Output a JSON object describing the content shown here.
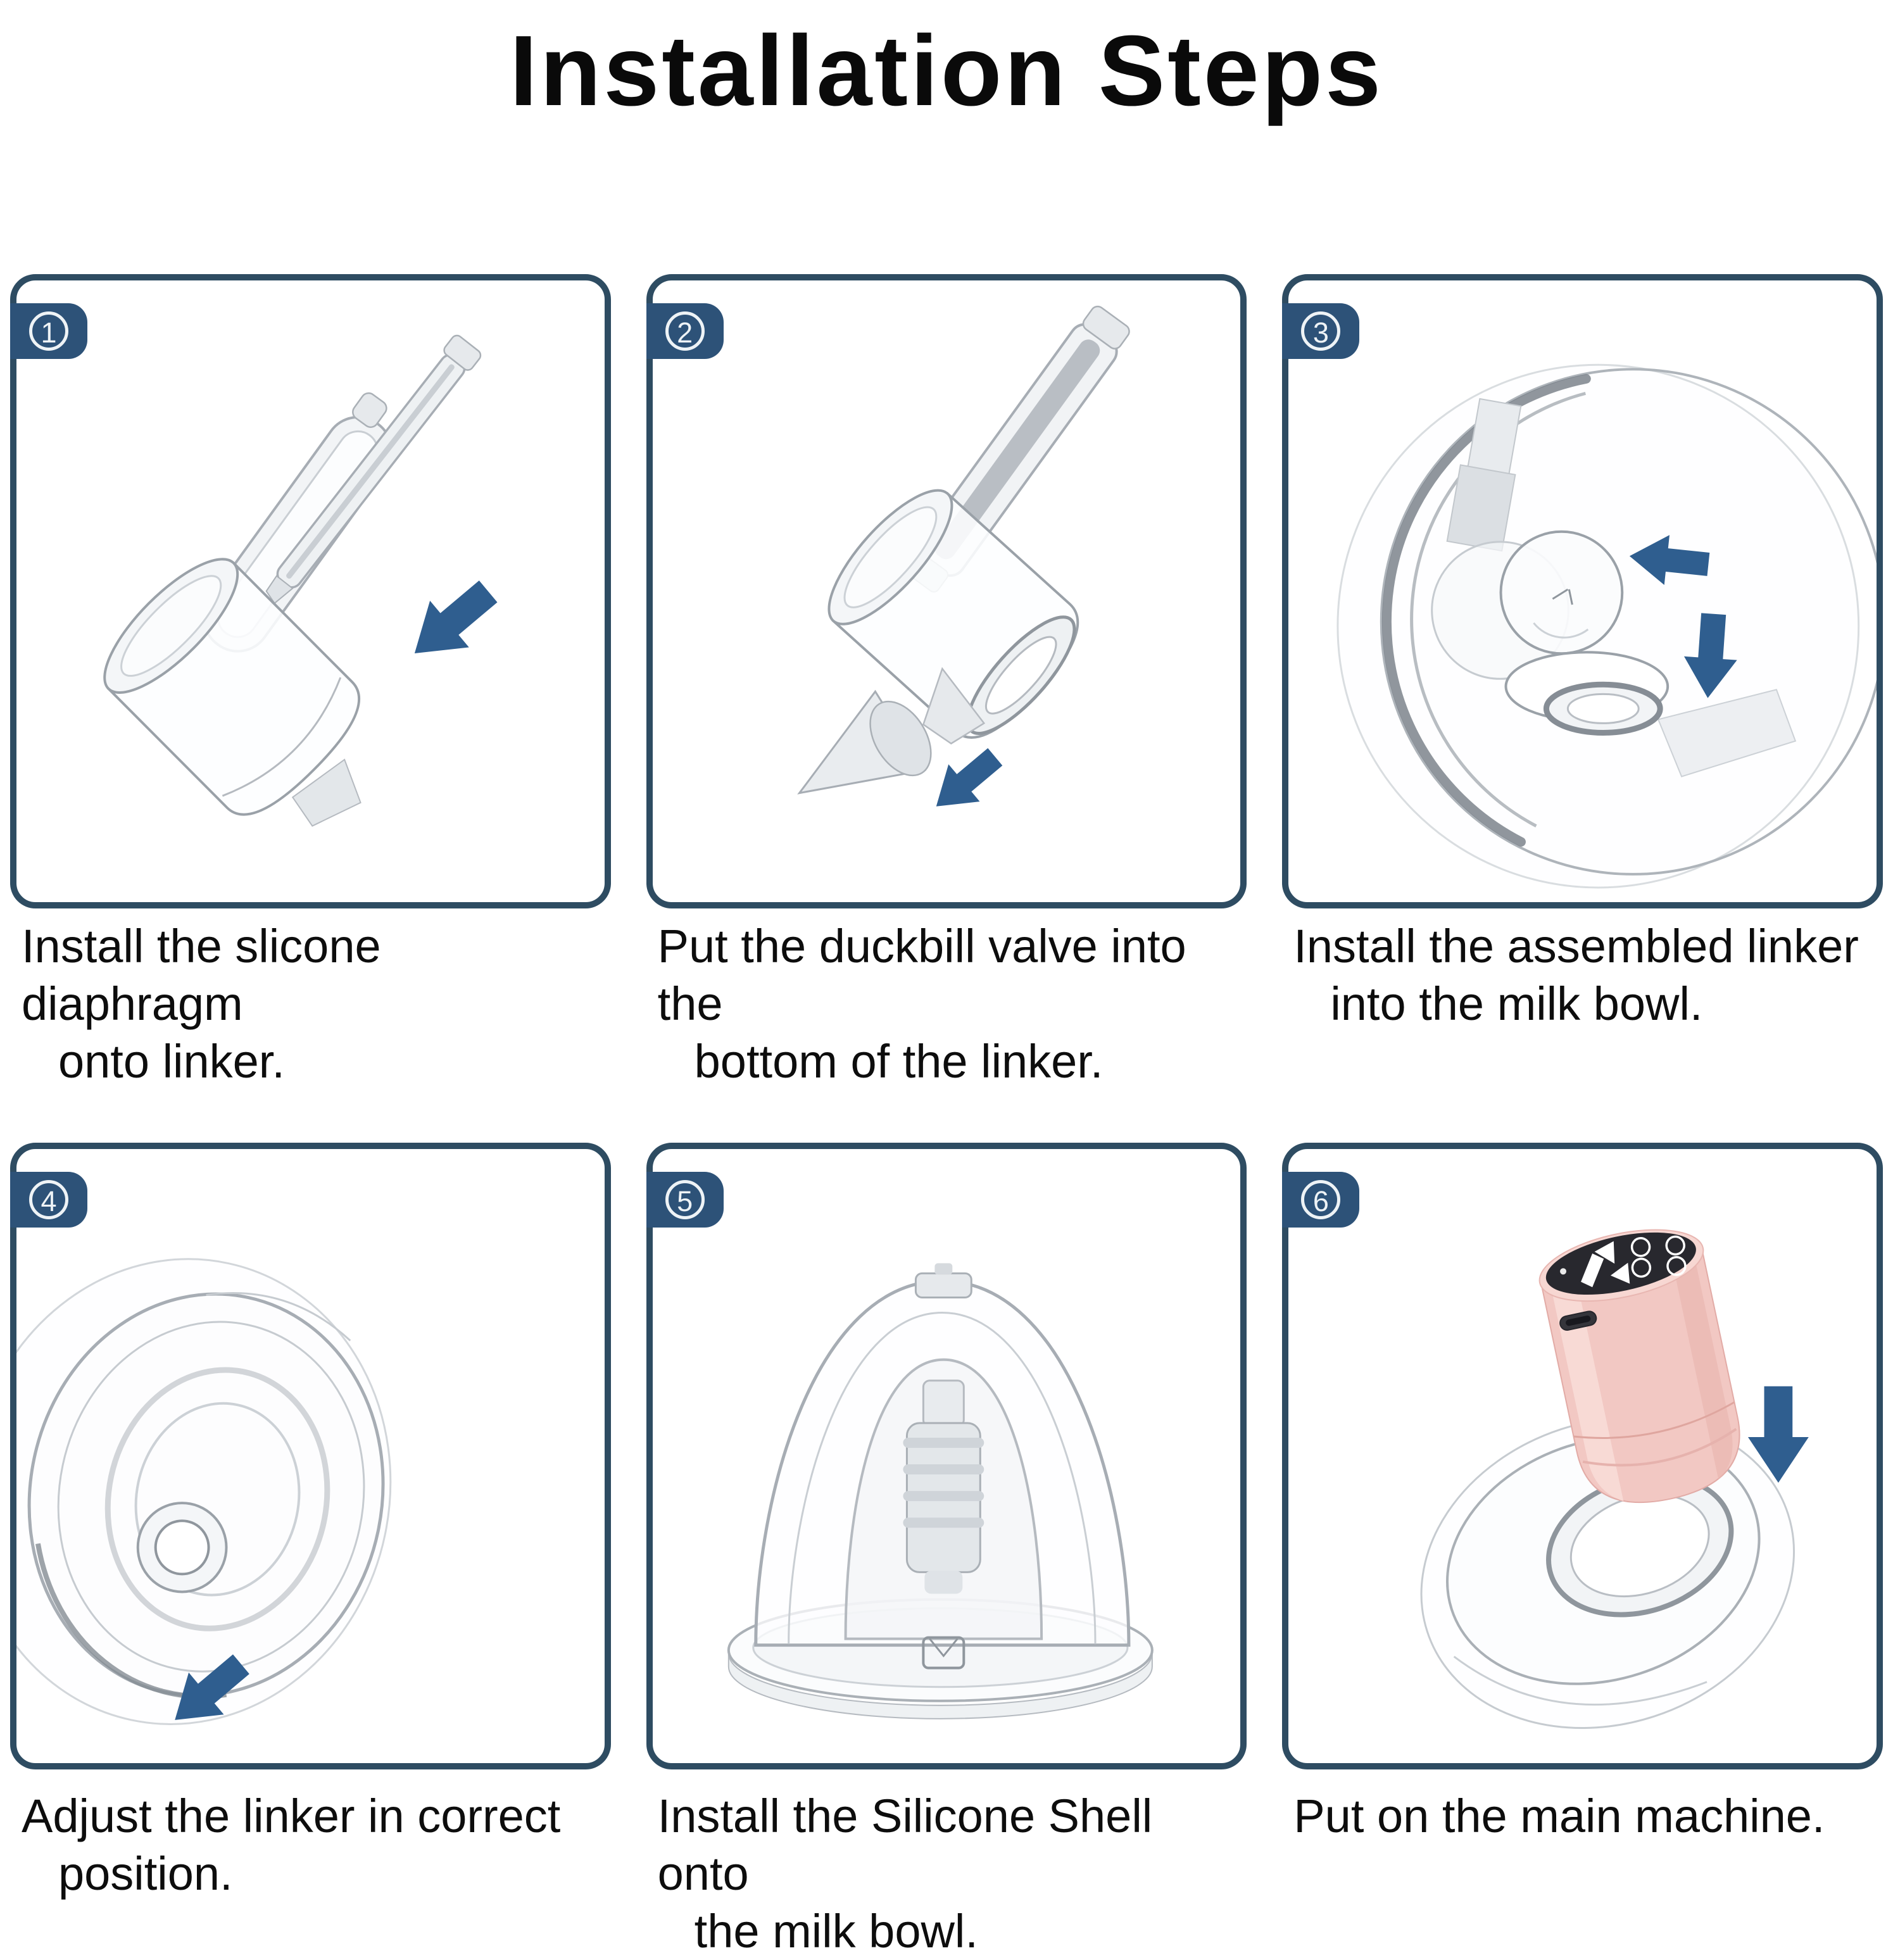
{
  "title": "Installation Steps",
  "steps": [
    {
      "number": "1",
      "caption": [
        "Install the slicone diaphragm",
        "onto linker."
      ],
      "arrow_icons": [
        "down-left"
      ],
      "illustration": "silicone-diaphragm-and-linker"
    },
    {
      "number": "2",
      "caption": [
        "Put the duckbill valve into the",
        "bottom of the linker."
      ],
      "arrow_icons": [
        "down-left"
      ],
      "illustration": "duckbill-valve-under-linker"
    },
    {
      "number": "3",
      "caption": [
        "Install the assembled linker",
        "into the milk bowl."
      ],
      "arrow_icons": [
        "left",
        "down"
      ],
      "illustration": "linker-into-milk-bowl"
    },
    {
      "number": "4",
      "caption": [
        "Adjust the linker in correct",
        "position."
      ],
      "arrow_icons": [
        "down-left"
      ],
      "illustration": "adjust-linker-flange"
    },
    {
      "number": "5",
      "caption": [
        "Install the Silicone Shell onto",
        "the milk bowl."
      ],
      "arrow_icons": [],
      "illustration": "silicone-shell-dome"
    },
    {
      "number": "6",
      "caption": [
        "Put on the main machine."
      ],
      "arrow_icons": [
        "down"
      ],
      "illustration": "main-machine-on-bowl"
    }
  ],
  "colors": {
    "panel_border": "#2e4c62",
    "badge_bg": "#2d5278",
    "arrow_blue": "#2f5e8f",
    "title_text": "#0a0a0a",
    "caption_text": "#0d0d0d",
    "machine_pink": "#f2c8c3",
    "machine_screen": "#28282e"
  }
}
